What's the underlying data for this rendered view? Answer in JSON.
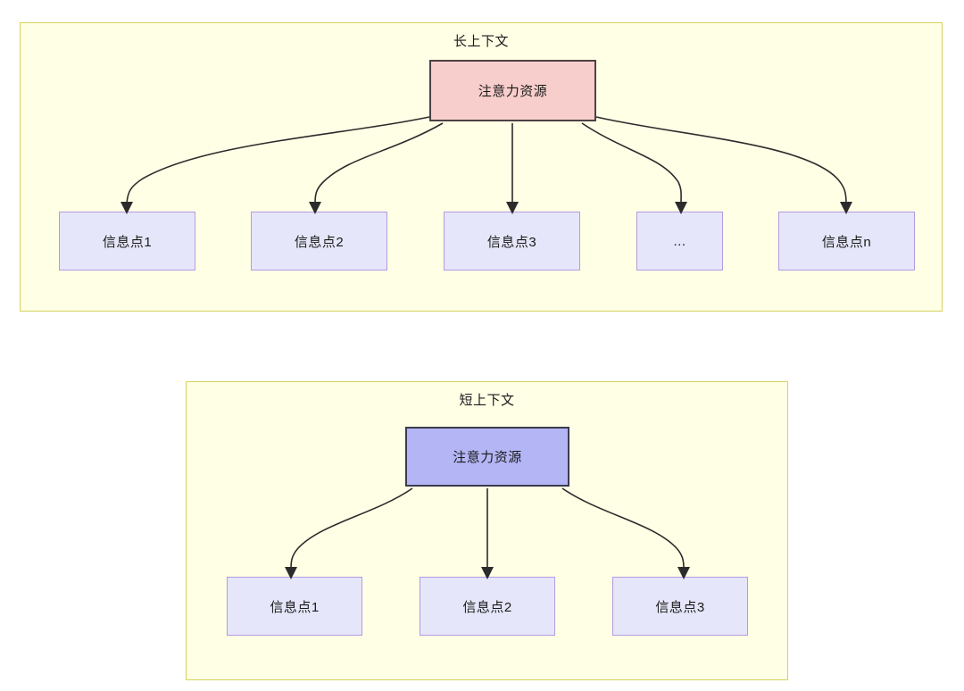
{
  "diagram": {
    "type": "two-panel node-link diagram",
    "background_color": "#ffffff",
    "panels": [
      {
        "id": "long-context",
        "title": "长上下文",
        "fill": "#ffffe6",
        "stroke": "#d6d25e",
        "root": {
          "label": "注意力资源",
          "fill": "#f8cecc",
          "stroke": "#4d4144"
        },
        "children": [
          {
            "label": "信息点1",
            "fill": "#e6e6fa",
            "stroke": "#b19be0"
          },
          {
            "label": "信息点2",
            "fill": "#e6e6fa",
            "stroke": "#b19be0"
          },
          {
            "label": "信息点3",
            "fill": "#e6e6fa",
            "stroke": "#b19be0"
          },
          {
            "label": "...",
            "fill": "#e6e6fa",
            "stroke": "#b19be0"
          },
          {
            "label": "信息点n",
            "fill": "#e6e6fa",
            "stroke": "#b19be0"
          }
        ]
      },
      {
        "id": "short-context",
        "title": "短上下文",
        "fill": "#ffffe6",
        "stroke": "#d6d25e",
        "root": {
          "label": "注意力资源",
          "fill": "#b3b5f5",
          "stroke": "#3b3b4d"
        },
        "children": [
          {
            "label": "信息点1",
            "fill": "#e6e6fa",
            "stroke": "#b19be0"
          },
          {
            "label": "信息点2",
            "fill": "#e6e6fa",
            "stroke": "#b19be0"
          },
          {
            "label": "信息点3",
            "fill": "#e6e6fa",
            "stroke": "#b19be0"
          }
        ]
      }
    ],
    "edge_color": "#2b2b2b",
    "edge_style": "curved-with-arrowhead"
  }
}
